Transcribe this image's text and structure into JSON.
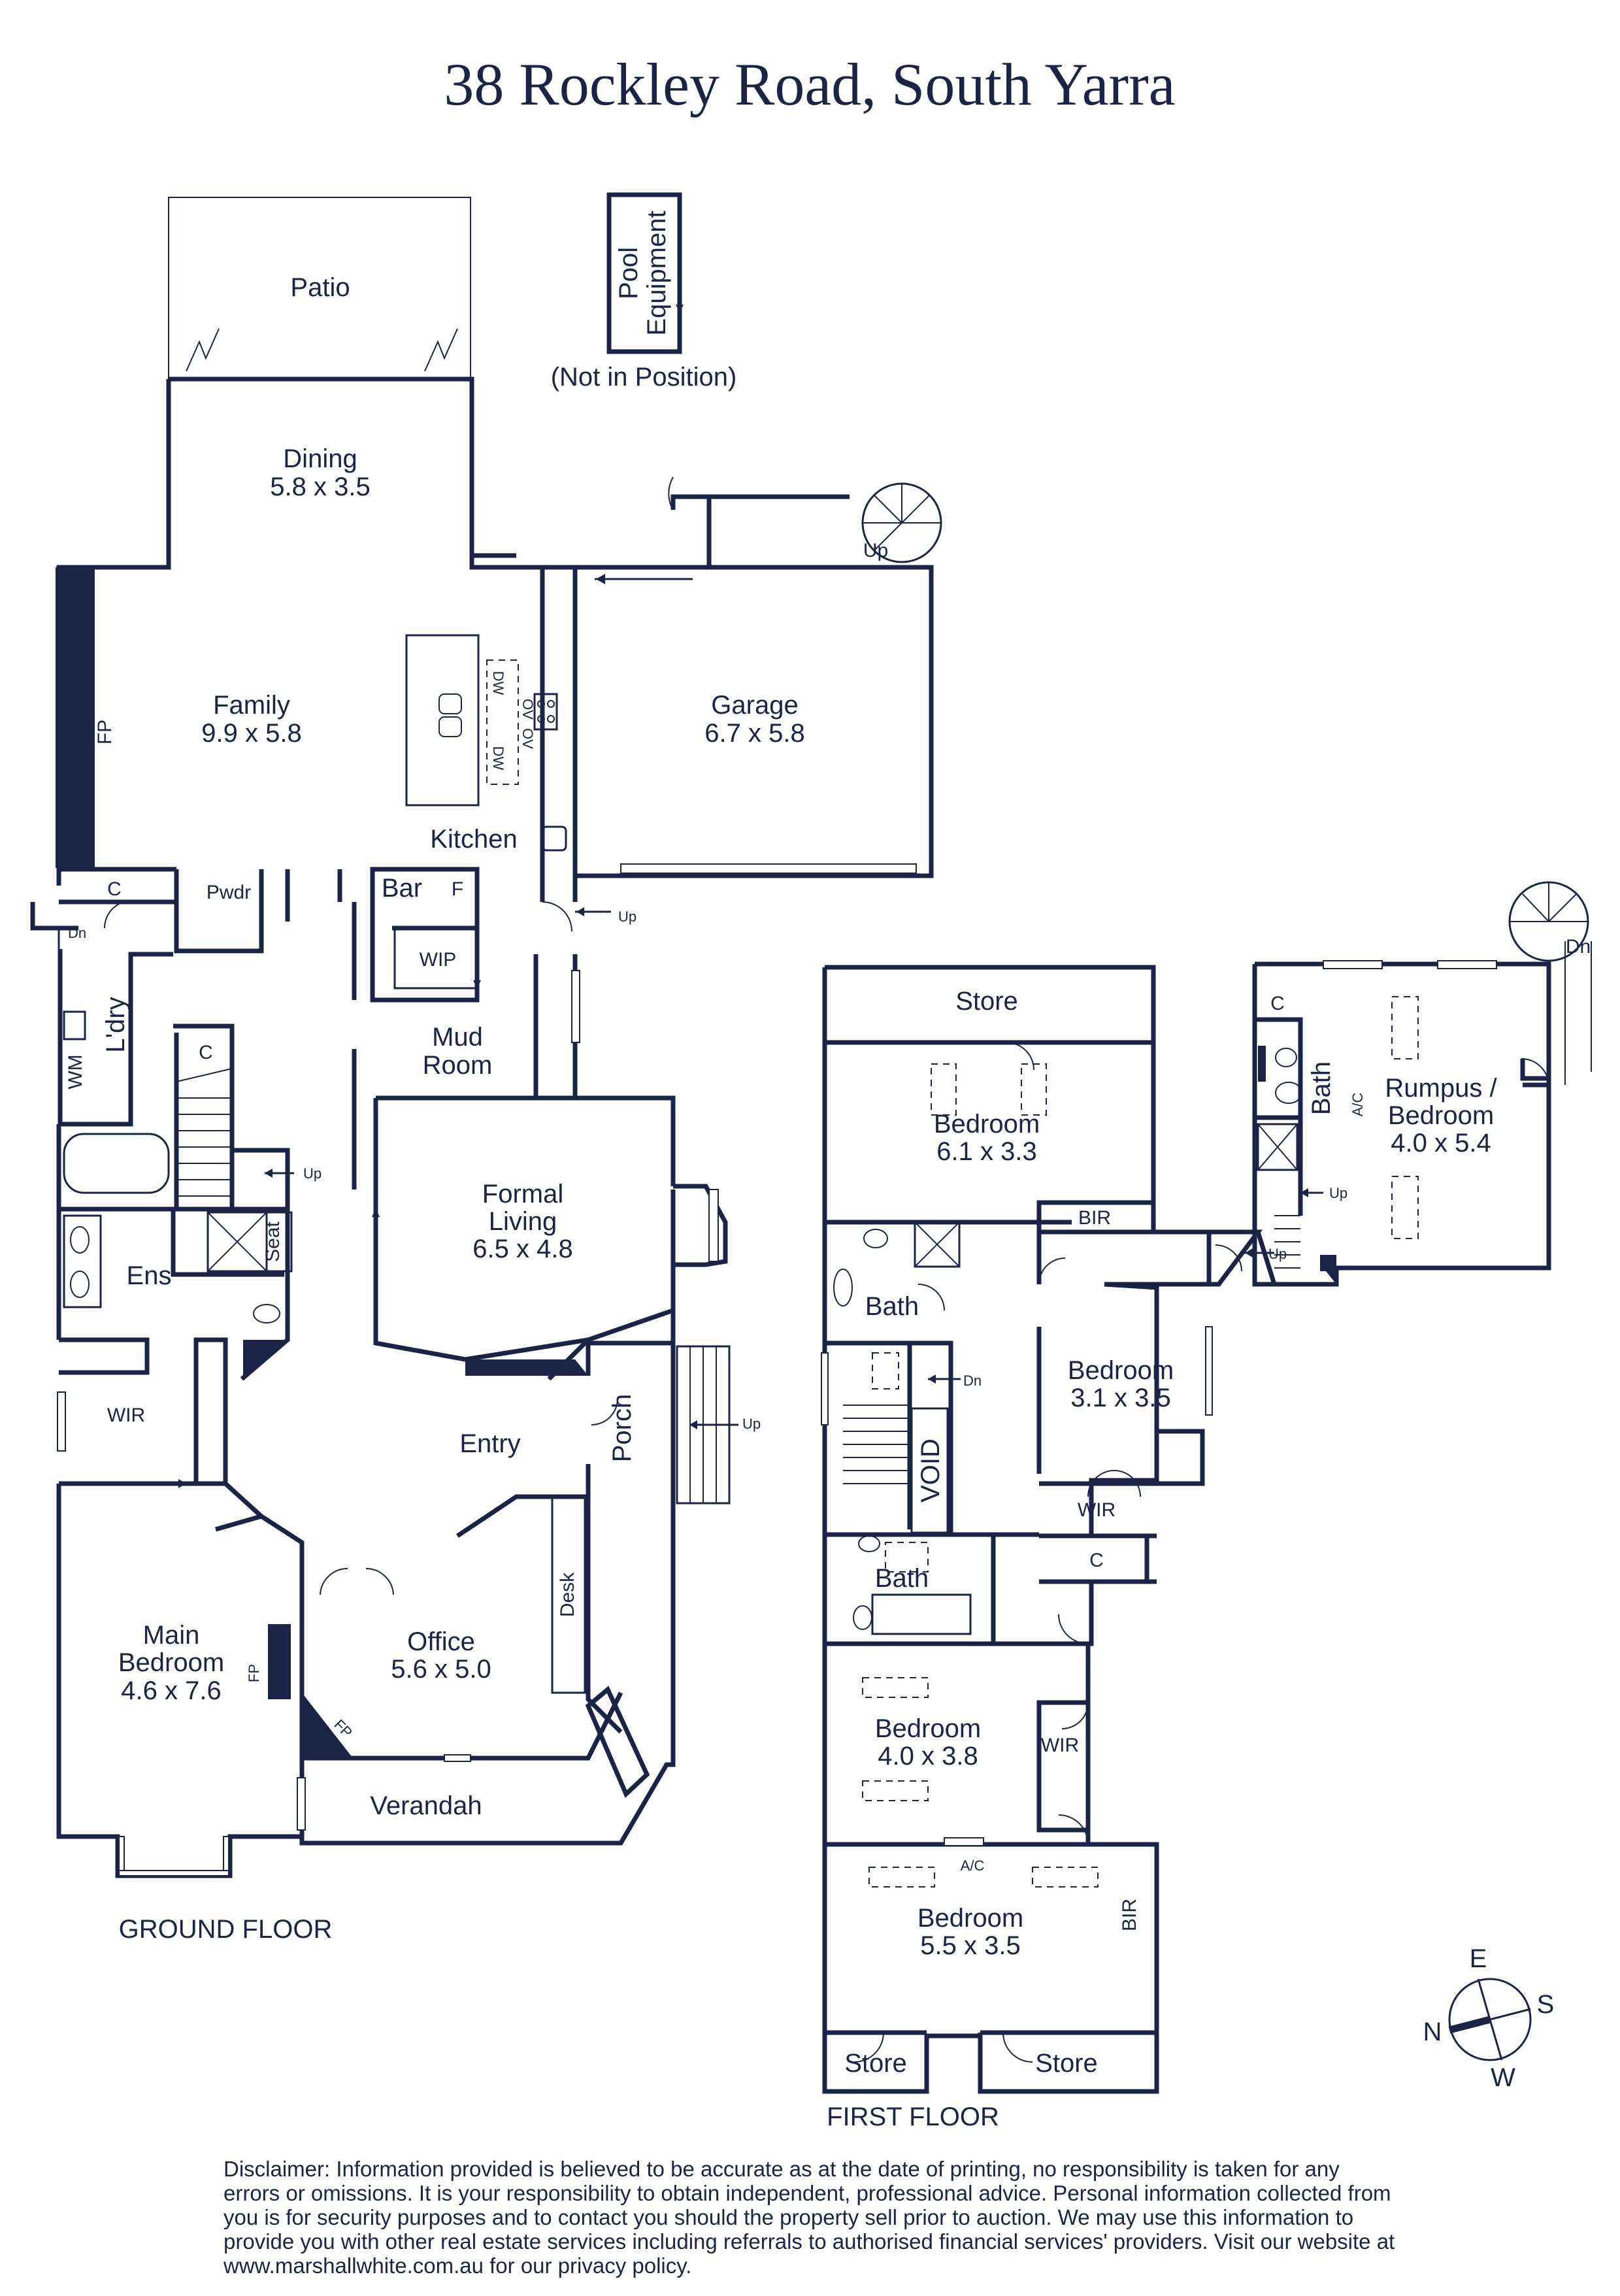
{
  "title": "38 Rockley Road, South Yarra",
  "floors": {
    "ground": "GROUND FLOOR",
    "first": "FIRST FLOOR"
  },
  "outbuilding": {
    "pool_equipment_line1": "Pool",
    "pool_equipment_line2": "Equipment",
    "not_in_position": "(Not in Position)"
  },
  "ground_rooms": {
    "patio": "Patio",
    "dining": "Dining",
    "dining_size": "5.8 x 3.5",
    "family": "Family",
    "family_size": "9.9 x 5.8",
    "kitchen": "Kitchen",
    "garage": "Garage",
    "garage_size": "6.7 x 5.8",
    "bar": "Bar",
    "fridge": "F",
    "wip": "WIP",
    "pwdr": "Pwdr",
    "c": "C",
    "laundry": "L'dry",
    "wm": "WM",
    "mud": "Mud",
    "room": "Room",
    "formal": "Formal",
    "living": "Living",
    "formal_size": "6.5 x 4.8",
    "ens": "Ens",
    "seat": "Seat",
    "wir": "WIR",
    "entry": "Entry",
    "porch": "Porch",
    "main": "Main",
    "bedroom": "Bedroom",
    "main_size": "4.6 x 7.6",
    "office": "Office",
    "office_size": "5.6 x 5.0",
    "desk": "Desk",
    "verandah": "Verandah",
    "fp": "FP",
    "dw": "DW",
    "ov": "OV"
  },
  "first_rooms": {
    "store": "Store",
    "bedroom": "Bedroom",
    "bed1_size": "6.1 x 3.3",
    "bir": "BIR",
    "bath": "Bath",
    "bed2_size": "3.1 x 3.5",
    "wir": "WIR",
    "void": "VOID",
    "c": "C",
    "bed3_size": "4.0 x 3.8",
    "bed4_size": "5.5 x 3.5",
    "ac": "A/C",
    "rumpus": "Rumpus /",
    "rumpus_size": "4.0 x 5.4"
  },
  "stairs": {
    "up": "Up",
    "dn": "Dn"
  },
  "compass": {
    "e": "E",
    "s": "S",
    "w": "W",
    "n": "N"
  },
  "disclaimer": "Disclaimer: Information provided is believed to be accurate as at the date of printing, no responsibility is taken for any errors or omissions. It is your responsibility to obtain independent, professional advice. Personal information collected from you is for security purposes and to contact you should the property sell prior to auction. We may use this information to provide you with other real estate services including referrals to authorised financial services' providers. Visit our website at www.marshallwhite.com.au for our privacy policy.",
  "colors": {
    "ink": "#1b2446",
    "background": "#ffffff"
  }
}
